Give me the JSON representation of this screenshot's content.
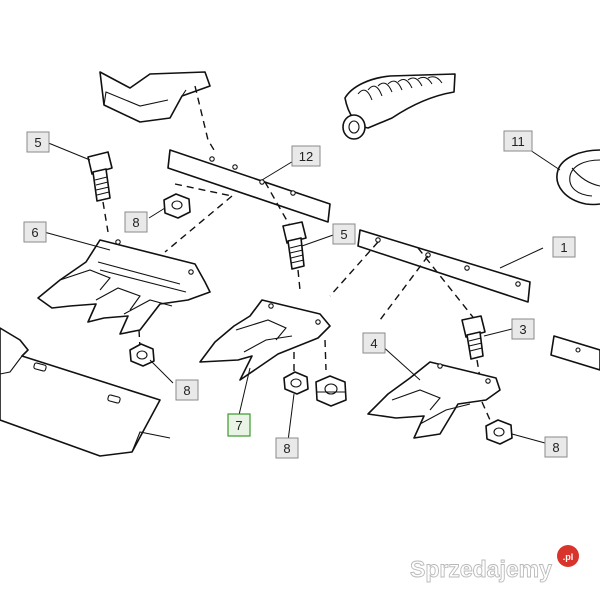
{
  "diagram": {
    "callouts": {
      "c1": "1",
      "c3": "3",
      "c4": "4",
      "c5a": "5",
      "c5b": "5",
      "c6": "6",
      "c7": "7",
      "c8a": "8",
      "c8b": "8",
      "c8c": "8",
      "c8d": "8",
      "c11": "11",
      "c12": "12"
    },
    "watermark": {
      "text": "Sprzedajemy",
      "suffix": ".pl"
    }
  }
}
